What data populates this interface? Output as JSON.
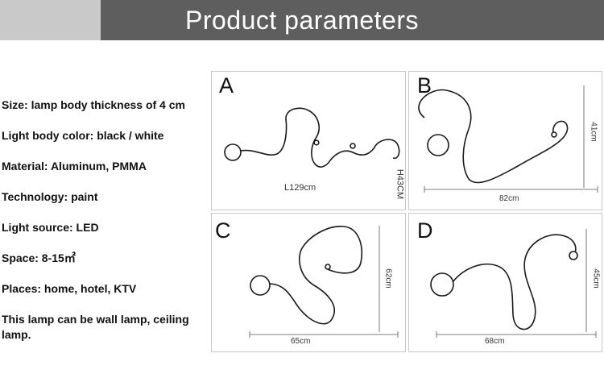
{
  "header": {
    "title": "Product parameters",
    "colors": {
      "left_block": "#c9c9c9",
      "right_block": "#5e5e5e",
      "text": "#ffffff"
    }
  },
  "specs": [
    "Size: lamp body thickness of 4 cm",
    "Light body color: black / white",
    "Material: Aluminum, PMMA",
    "Technology: paint",
    "Light source: LED",
    "Space: 8-15㎡",
    "Places: home,  hotel, KTV",
    "This lamp can be wall lamp, ceiling lamp."
  ],
  "panels": {
    "A": {
      "letter": "A",
      "width_label": "L129cm",
      "height_label": "H43CM"
    },
    "B": {
      "letter": "B",
      "width_label": "82cm",
      "height_label": "41cm"
    },
    "C": {
      "letter": "C",
      "width_label": "65cm",
      "height_label": "62cm"
    },
    "D": {
      "letter": "D",
      "width_label": "68cm",
      "height_label": "45cm"
    }
  }
}
